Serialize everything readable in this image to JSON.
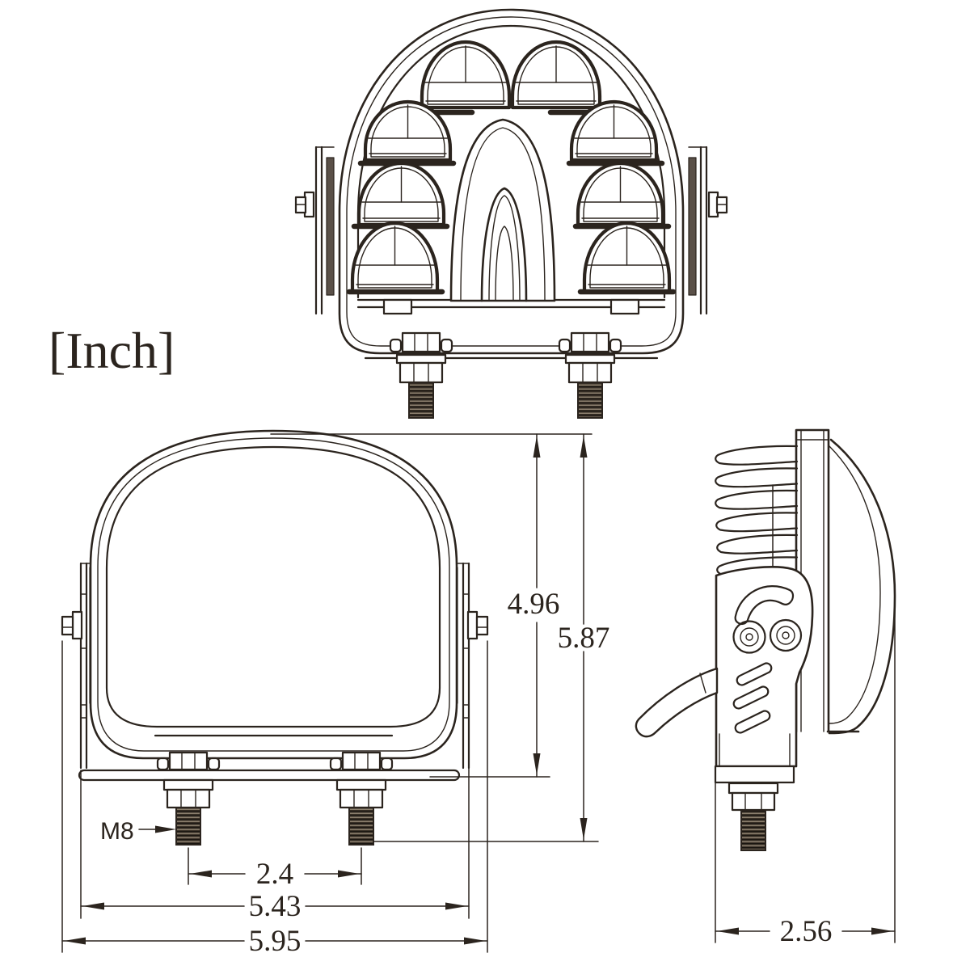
{
  "drawing": {
    "units_label": "[Inch]",
    "labels": {
      "bolt_thread": "M8"
    },
    "dimensions": {
      "body_height_in": "4.96",
      "overall_height_in": "5.87",
      "bolt_spacing_in": "2.4",
      "bracket_width_in": "5.43",
      "overall_width_in": "5.95",
      "overall_depth_in": "2.56"
    },
    "colors": {
      "line": "#2b241e",
      "background": "#ffffff",
      "thread_fill": "#3a3128"
    }
  }
}
